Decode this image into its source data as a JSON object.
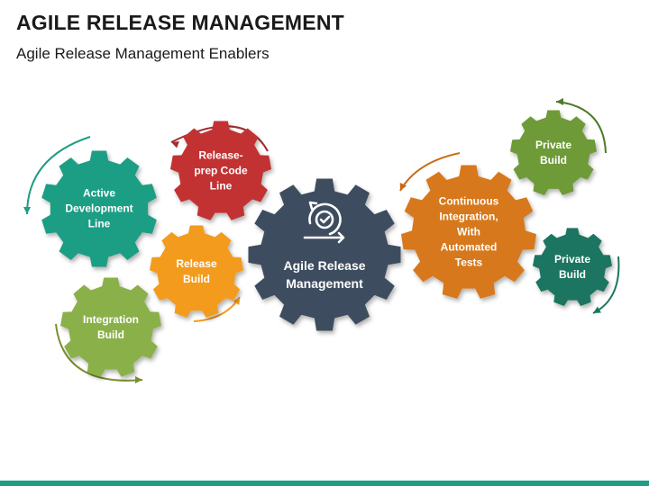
{
  "header": {
    "title": "AGILE RELEASE MANAGEMENT",
    "subtitle": "Agile Release Management Enablers"
  },
  "gears": [
    {
      "id": "active-development-line",
      "label": "Active\nDevelopment\nLine",
      "color": "#1e9e84"
    },
    {
      "id": "release-prep-code-line",
      "label": "Release-\nprep Code\nLine",
      "color": "#c33230"
    },
    {
      "id": "release-build",
      "label": "Release\nBuild",
      "color": "#f39b1f"
    },
    {
      "id": "integration-build",
      "label": "Integration\nBuild",
      "color": "#8ab14a"
    },
    {
      "id": "agile-release-management",
      "label": "Agile Release\nManagement",
      "color": "#3d4d5e"
    },
    {
      "id": "continuous-integration",
      "label": "Continuous\nIntegration,\nWith\nAutomated\nTests",
      "color": "#d7781a"
    },
    {
      "id": "private-build-top",
      "label": "Private\nBuild",
      "color": "#6e9a39"
    },
    {
      "id": "private-build-bottom",
      "label": "Private\nBuild",
      "color": "#1a7561"
    }
  ],
  "center_icon": "release-cycle-icon",
  "colors": {
    "bottom_bar": "#1e9e84",
    "arrow_teal": "#1e9e84",
    "arrow_red": "#a0302e",
    "arrow_orange": "#f39b1f",
    "arrow_olive": "#7a8f2e",
    "arrow_orange_dark": "#c86a14",
    "arrow_green": "#4e7a2a",
    "arrow_dark_green": "#1a7561"
  }
}
